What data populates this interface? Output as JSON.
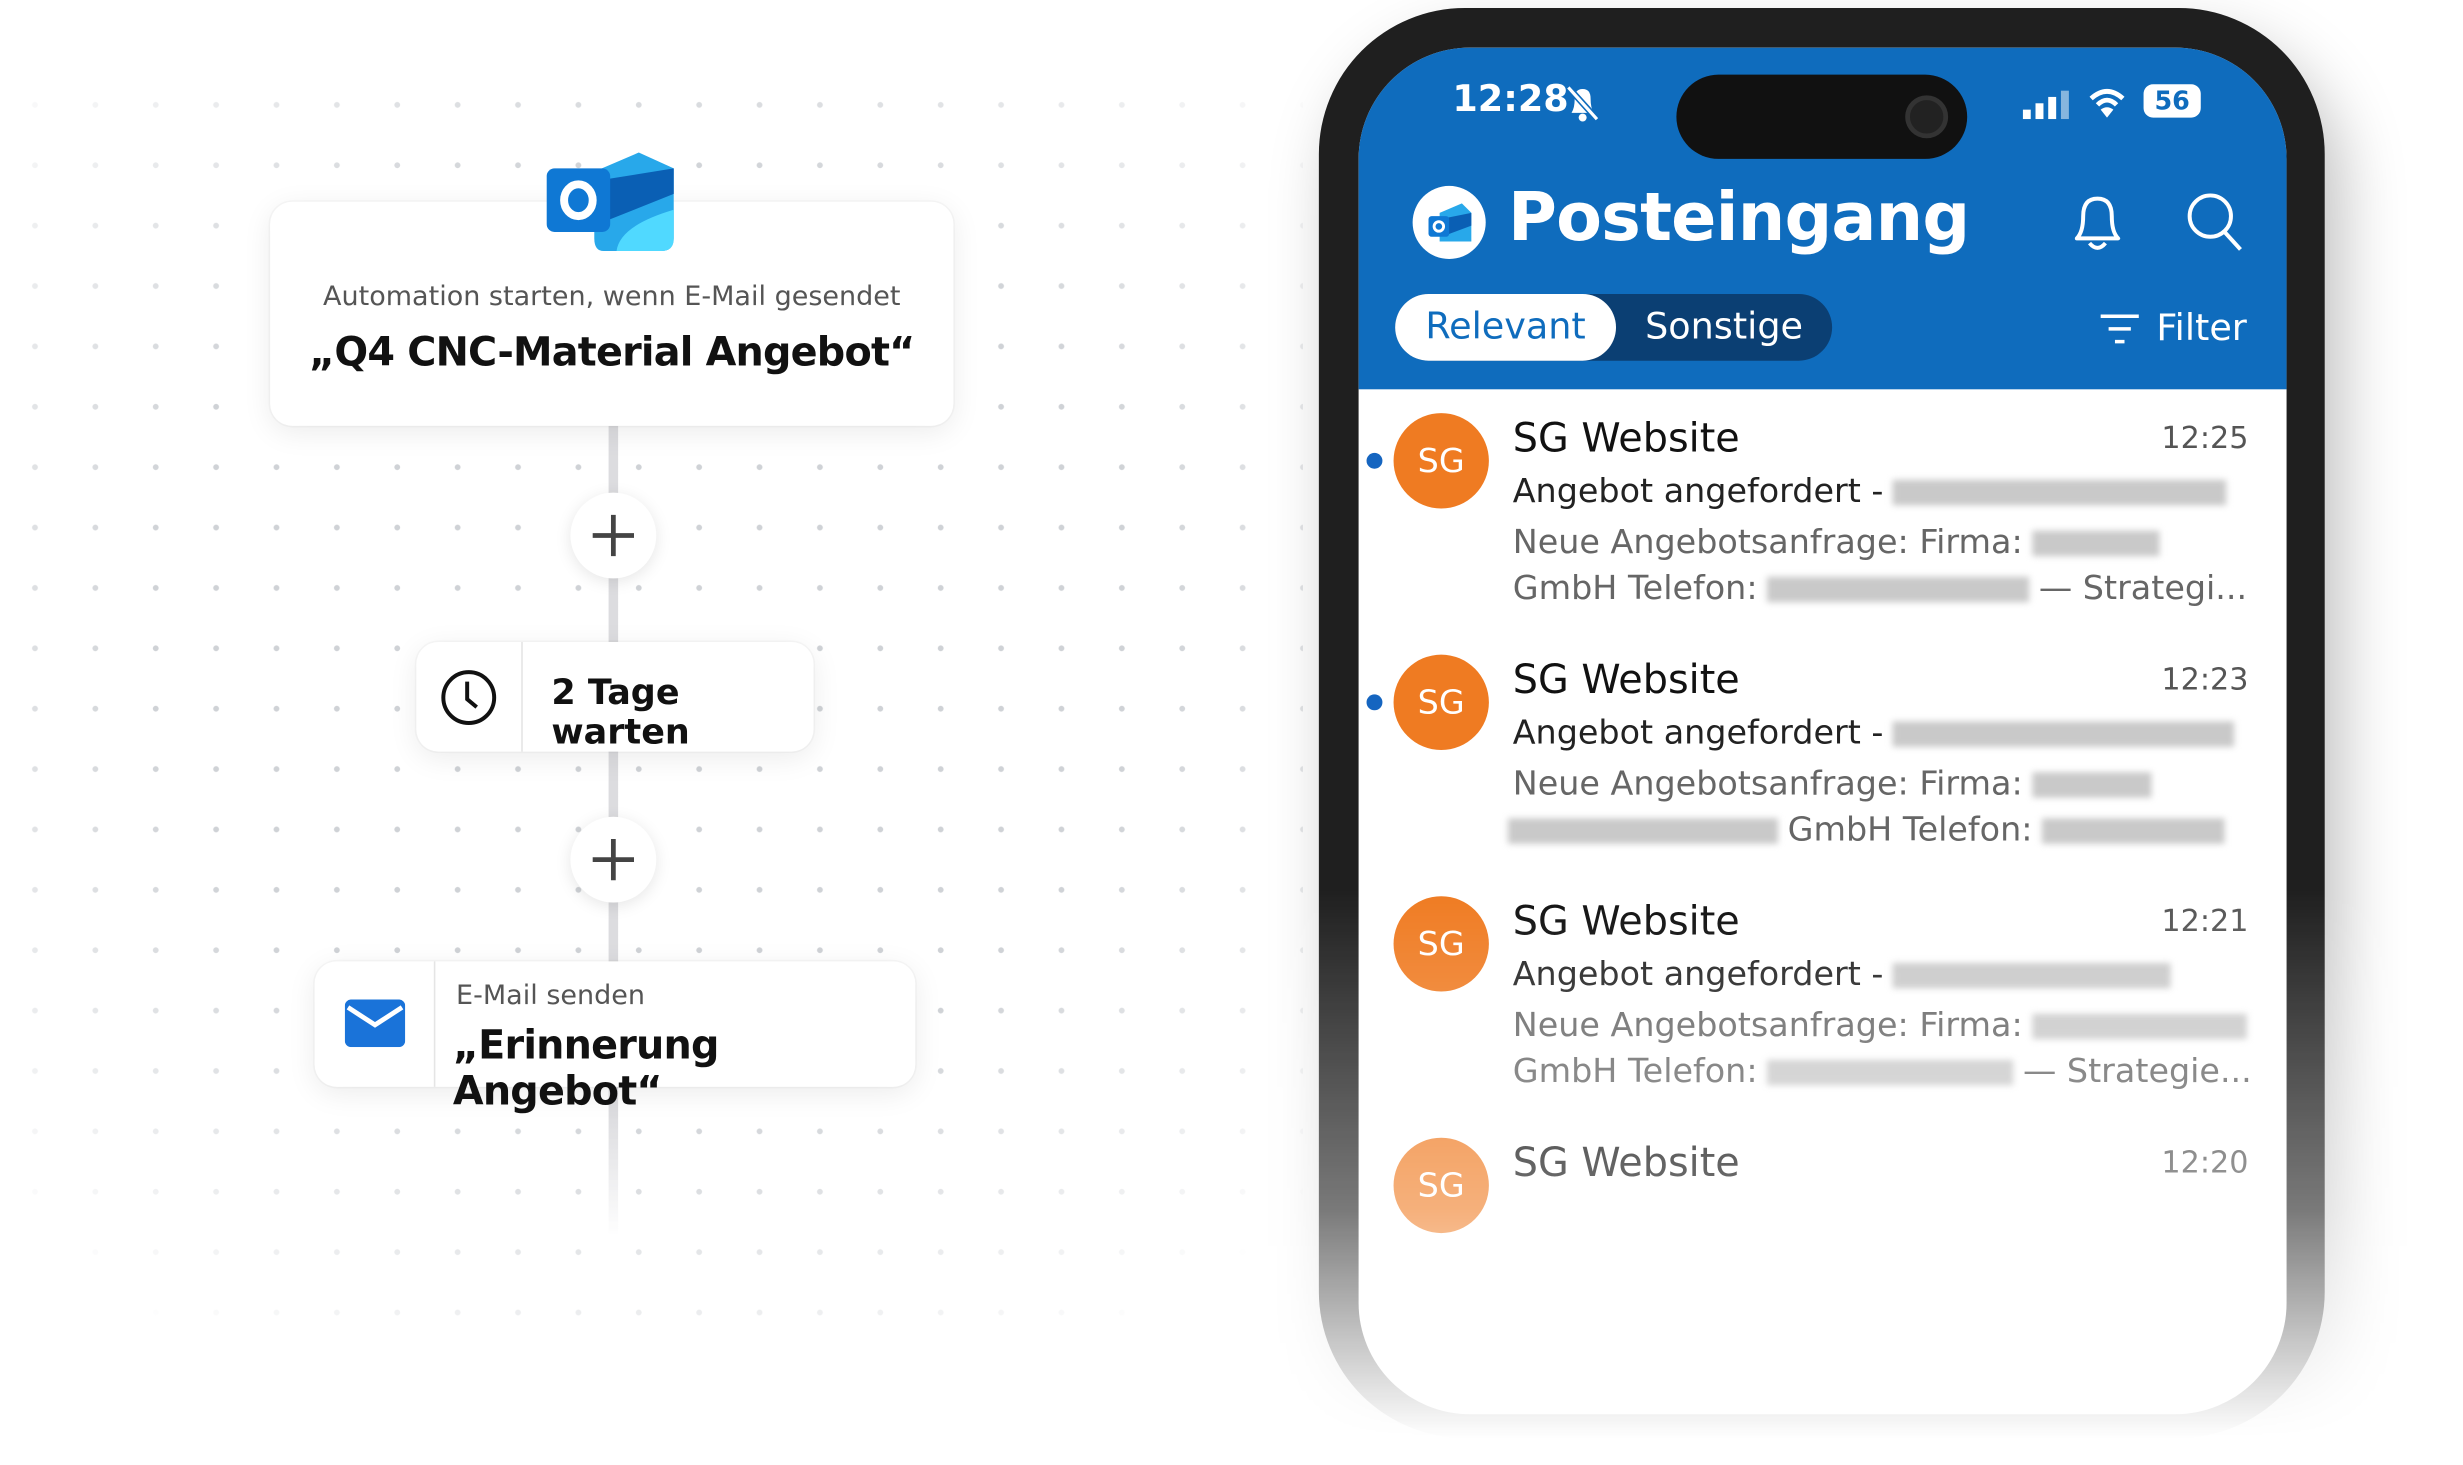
{
  "workflow": {
    "trigger": {
      "icon": "outlook-icon",
      "subtitle": "Automation starten, wenn E-Mail gesendet",
      "title": "„Q4 CNC-Material Angebot“"
    },
    "wait": {
      "icon": "clock-icon",
      "label": "2 Tage warten"
    },
    "send": {
      "icon": "envelope-icon",
      "subtitle": "E-Mail senden",
      "title": "„Erinnerung Angebot“"
    }
  },
  "phone": {
    "status": {
      "time": "12:28",
      "battery": "56"
    },
    "header": {
      "title": "Posteingang"
    },
    "tabs": [
      {
        "label": "Relevant",
        "active": true
      },
      {
        "label": "Sonstige",
        "active": false
      }
    ],
    "filter_label": "Filter",
    "emails": [
      {
        "sender": "SG Website",
        "initials": "SG",
        "time": "12:25",
        "unread": true,
        "subject": "Angebot angefordert -",
        "preview1": "Neue Angebotsanfrage: Firma:",
        "preview2a": "GmbH Telefon:",
        "preview2b": "— Strategi..."
      },
      {
        "sender": "SG Website",
        "initials": "SG",
        "time": "12:23",
        "unread": true,
        "subject": "Angebot angefordert -",
        "preview1": "Neue Angebotsanfrage: Firma:",
        "preview2a": "GmbH Telefon:",
        "preview2b": ""
      },
      {
        "sender": "SG Website",
        "initials": "SG",
        "time": "12:21",
        "unread": false,
        "subject": "Angebot angefordert -",
        "preview1": "Neue Angebotsanfrage: Firma:",
        "preview2a": "GmbH Telefon:",
        "preview2b": "— Strategie..."
      },
      {
        "sender": "SG Website",
        "initials": "SG",
        "time": "12:20",
        "unread": false
      }
    ],
    "colors": {
      "header": "#0f6cbd",
      "avatar": "#ef7b22",
      "tab_dark": "#0b3f73"
    }
  }
}
